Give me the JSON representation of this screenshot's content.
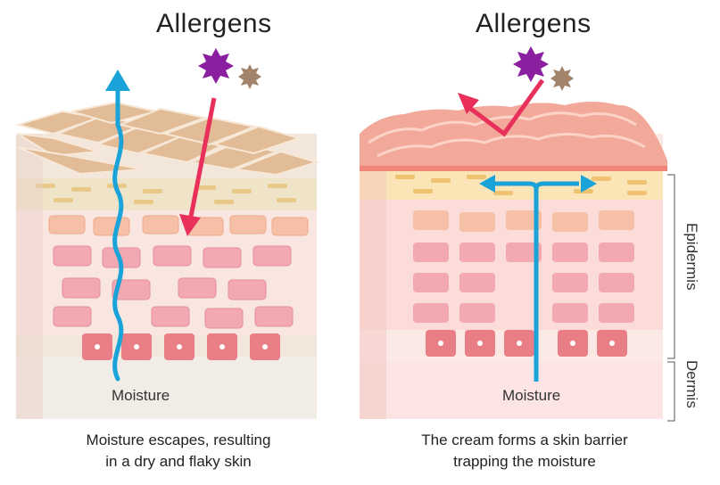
{
  "left": {
    "title": "Allergens",
    "moisture_label": "Moisture",
    "caption_line1": "Moisture escapes, resulting",
    "caption_line2": "in a dry and flaky skin"
  },
  "right": {
    "title": "Allergens",
    "moisture_label": "Moisture",
    "caption_line1": "The cream forms a skin barrier",
    "caption_line2": "trapping the moisture",
    "epidermis_label": "Epidermis",
    "dermis_label": "Dermis"
  },
  "colors": {
    "moisture_arrow": "#1aa3d9",
    "allergen_arrow": "#e8305a",
    "allergen_purple": "#8a1fa0",
    "allergen_brown": "#a0836a",
    "flake": "#e2bc96",
    "cream": "#f2a99a"
  }
}
